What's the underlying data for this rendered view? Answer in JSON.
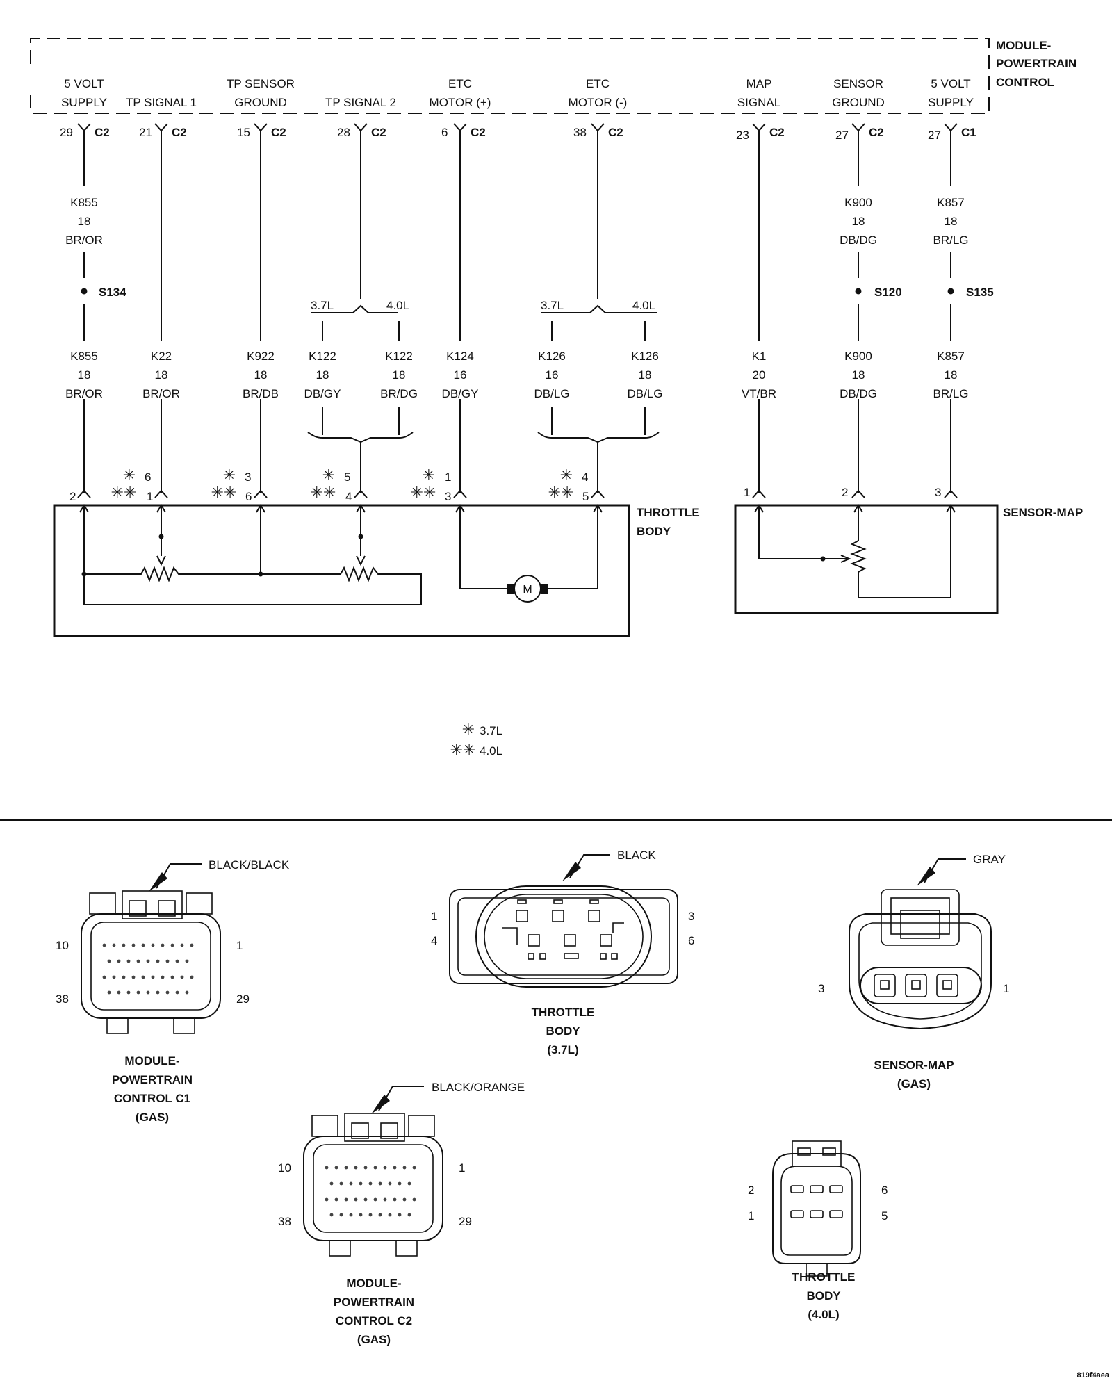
{
  "module": {
    "line1": "MODULE-",
    "line2": "POWERTRAIN",
    "line3": "CONTROL"
  },
  "pcm_pins": [
    {
      "label1": "5 VOLT",
      "label2": "SUPPLY",
      "pin": "29",
      "conn": "C2"
    },
    {
      "label1": "",
      "label2": "TP SIGNAL 1",
      "pin": "21",
      "conn": "C2"
    },
    {
      "label1": "TP SENSOR",
      "label2": "GROUND",
      "pin": "15",
      "conn": "C2"
    },
    {
      "label1": "",
      "label2": "TP SIGNAL 2",
      "pin": "28",
      "conn": "C2"
    },
    {
      "label1": "ETC",
      "label2": "MOTOR (+)",
      "pin": "6",
      "conn": "C2"
    },
    {
      "label1": "ETC",
      "label2": "MOTOR (-)",
      "pin": "38",
      "conn": "C2"
    },
    {
      "label1": "MAP",
      "label2": "SIGNAL",
      "pin": "23",
      "conn": "C2"
    },
    {
      "label1": "SENSOR",
      "label2": "GROUND",
      "pin": "27",
      "conn": "C2"
    },
    {
      "label1": "5 VOLT",
      "label2": "SUPPLY",
      "pin": "27",
      "conn": "C1"
    }
  ],
  "upper_wires": [
    {
      "circuit": "K855",
      "gauge": "18",
      "color": "BR/OR"
    },
    {
      "circuit": "K900",
      "gauge": "18",
      "color": "DB/DG"
    },
    {
      "circuit": "K857",
      "gauge": "18",
      "color": "BR/LG"
    }
  ],
  "splices": [
    "S134",
    "S120",
    "S135"
  ],
  "variants": {
    "v37": "3.7L",
    "v40": "4.0L"
  },
  "lower_wires": [
    {
      "circuit": "K855",
      "gauge": "18",
      "color": "BR/OR"
    },
    {
      "circuit": "K22",
      "gauge": "18",
      "color": "BR/OR"
    },
    {
      "circuit": "K922",
      "gauge": "18",
      "color": "BR/DB"
    },
    {
      "circuit": "K122",
      "gauge": "18",
      "color": "DB/GY"
    },
    {
      "circuit": "K122",
      "gauge": "18",
      "color": "BR/DG"
    },
    {
      "circuit": "K124",
      "gauge": "16",
      "color": "DB/GY"
    },
    {
      "circuit": "K126",
      "gauge": "16",
      "color": "DB/LG"
    },
    {
      "circuit": "K126",
      "gauge": "18",
      "color": "DB/LG"
    },
    {
      "circuit": "K1",
      "gauge": "20",
      "color": "VT/BR"
    },
    {
      "circuit": "K900",
      "gauge": "18",
      "color": "DB/DG"
    },
    {
      "circuit": "K857",
      "gauge": "18",
      "color": "BR/LG"
    }
  ],
  "tb_pins": [
    {
      "single": "",
      "double": "2"
    },
    {
      "single": "6",
      "double": "1"
    },
    {
      "single": "3",
      "double": "6"
    },
    {
      "single": "5",
      "double": "4"
    },
    {
      "single": "1",
      "double": "3"
    },
    {
      "single": "4",
      "double": "5"
    }
  ],
  "map_pins": [
    "1",
    "2",
    "3"
  ],
  "throttle_body": {
    "line1": "THROTTLE",
    "line2": "BODY"
  },
  "sensor_map": "SENSOR-MAP",
  "motor": "M",
  "legend": {
    "single": "3.7L",
    "double": "4.0L"
  },
  "connectors": {
    "c1": {
      "color": "BLACK/BLACK",
      "pins": [
        "10",
        "1",
        "38",
        "29"
      ],
      "title": [
        "MODULE-",
        "POWERTRAIN",
        "CONTROL C1",
        "(GAS)"
      ]
    },
    "c2": {
      "color": "BLACK/ORANGE",
      "pins": [
        "10",
        "1",
        "38",
        "29"
      ],
      "title": [
        "MODULE-",
        "POWERTRAIN",
        "CONTROL C2",
        "(GAS)"
      ]
    },
    "tb37": {
      "color": "BLACK",
      "pins": [
        "1",
        "3",
        "4",
        "6"
      ],
      "title": [
        "THROTTLE",
        "BODY",
        "(3.7L)"
      ]
    },
    "map": {
      "color": "GRAY",
      "pins": [
        "3",
        "1"
      ],
      "title": [
        "SENSOR-MAP",
        "(GAS)"
      ]
    },
    "tb40": {
      "pins": [
        "2",
        "6",
        "1",
        "5"
      ],
      "title": [
        "THROTTLE",
        "BODY",
        "(4.0L)"
      ]
    }
  },
  "figure_id": "819f4aea"
}
